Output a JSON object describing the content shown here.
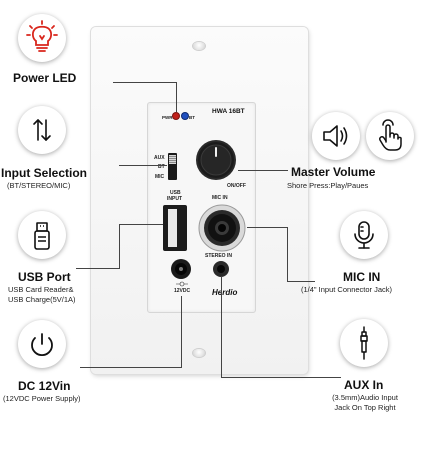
{
  "model": "HWA 16BT",
  "brand": "Herdio",
  "panel": {
    "pwr": "PWR",
    "bt": "BT",
    "switch_options": [
      "AUX",
      "BT",
      "MIC"
    ],
    "usb_input": [
      "USB",
      "INPUT"
    ],
    "mic_in": "MIC IN",
    "stereo_in": "STEREO IN",
    "on_off": "ON/OFF",
    "dc_label": "12VDC"
  },
  "callouts": {
    "power_led": {
      "title": "Power LED"
    },
    "input_selection": {
      "title": "Input Selection",
      "sub": "(BT/STEREO/MIC)"
    },
    "usb_port": {
      "title": "USB Port",
      "sub1": "USB Card Reader&",
      "sub2": "USB Charge(5V/1A)"
    },
    "dc_12vin": {
      "title": "DC 12Vin",
      "sub": "(12VDC Power Supply)"
    },
    "master_volume": {
      "title": "Master Volume",
      "sub": "Shore Press:Play/Paues"
    },
    "mic_in": {
      "title": "MIC IN",
      "sub": "(1/4\" Input Connector Jack)"
    },
    "aux_in": {
      "title": "AUX In",
      "sub1": "(3.5mm)Audio Input",
      "sub2": "Jack On Top Right"
    }
  },
  "colors": {
    "accent_red": "#d9261c",
    "led_red": "#c0201a",
    "led_blue": "#1f4fbf",
    "line": "#444444"
  }
}
